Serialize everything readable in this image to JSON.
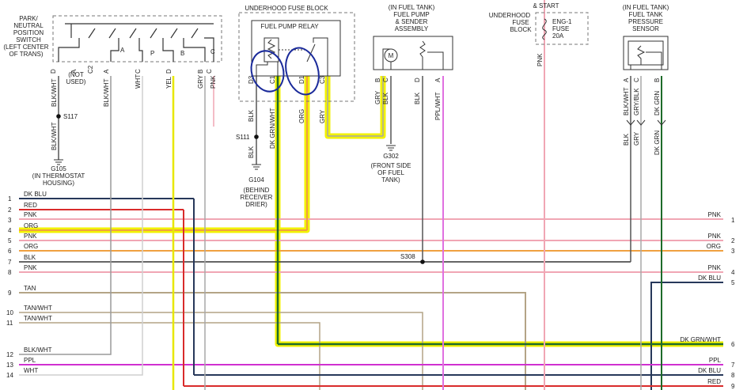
{
  "components": {
    "park_neutral": {
      "lines": [
        "PARK/",
        "NEUTRAL",
        "POSITION",
        "SWITCH",
        "(LEFT CENTER",
        "OF TRANS)"
      ],
      "switch_letters": [
        "A",
        "P",
        "B",
        "C"
      ],
      "pins": [
        "D",
        "A",
        "C2",
        "A",
        "C",
        "D",
        "B",
        "C"
      ],
      "not_used": [
        "(NOT",
        "USED)"
      ]
    },
    "fuse_block": {
      "title": "UNDERHOOD FUSE BLOCK",
      "relay": "FUEL PUMP RELAY",
      "pins": [
        "D3",
        "C1",
        "D1",
        "C3"
      ]
    },
    "pump": {
      "lines": [
        "(IN FUEL TANK)",
        "FUEL PUMP",
        "& SENDER",
        "ASSEMBLY"
      ],
      "pins": [
        "B",
        "C",
        "D",
        "A"
      ],
      "motor": "M"
    },
    "start": {
      "lines": [
        "& START"
      ]
    },
    "underhood": {
      "lines": [
        "UNDERHOOD",
        "FUSE",
        "BLOCK"
      ],
      "fuse": [
        "ENG-1",
        "FUSE",
        "20A"
      ]
    },
    "sensor": {
      "lines": [
        "(IN FUEL TANK)",
        "FUEL TANK",
        "PRESSURE",
        "SENSOR"
      ],
      "pins": [
        "A",
        "C",
        "B"
      ]
    }
  },
  "wires": {
    "park": [
      "BLK/WHT",
      "BLK/WHT",
      "WHT",
      "YEL",
      "GRY",
      "PNK"
    ],
    "relay": [
      "BLK",
      "DK GRN/WHT",
      "ORG",
      "GRY"
    ],
    "pump": [
      "GRY",
      "BLK",
      "BLK",
      "PPL/WHT"
    ],
    "fuse": "PNK",
    "sensor": [
      "BLK/WHT",
      "GRY/BLK",
      "DK GRN",
      "BLK",
      "GRY",
      "DK GRN"
    ]
  },
  "splices": {
    "s117": "S117",
    "s111": "S111",
    "s308": "S308"
  },
  "grounds": {
    "g105": [
      "G105",
      "(IN THERMOSTAT",
      "HOUSING)"
    ],
    "g104": [
      "G104",
      "(BEHIND",
      "RECEIVER",
      "DRIER)"
    ],
    "g302": [
      "G302",
      "(FRONT SIDE",
      "OF FUEL",
      "TANK)"
    ],
    "blk": [
      "BLK/WHT",
      "BLK"
    ]
  },
  "left_connector": {
    "pins": [
      "1",
      "2",
      "3",
      "4",
      "5",
      "6",
      "7",
      "8",
      "9",
      "10",
      "11",
      "12",
      "13",
      "14"
    ],
    "labels": [
      "DK BLU",
      "RED",
      "PNK",
      "ORG",
      "PNK",
      "ORG",
      "BLK",
      "PNK",
      "TAN",
      "TAN/WHT",
      "TAN/WHT",
      "BLK/WHT",
      "PPL",
      "WHT"
    ]
  },
  "right_connector": {
    "pins": [
      "1",
      "2",
      "3",
      "4",
      "5",
      "6",
      "7",
      "8",
      "9"
    ],
    "labels": [
      "PNK",
      "PNK",
      "ORG",
      "PNK",
      "DK BLU",
      "DK GRN/WHT",
      "PPL",
      "DK BLU",
      "RED"
    ]
  },
  "colors": {
    "highlight": "#f2f200",
    "dk_grn": "#1e6b2a",
    "pnk": "#f0a6b4",
    "org": "#f0a040",
    "red": "#d92b2b",
    "dk_blu": "#27385a",
    "ppl": "#d030d0",
    "tan": "#b4a486",
    "gry": "#a8a8a8",
    "yel": "#e7e700",
    "blk": "#333333",
    "annot": "#1a2a9a"
  }
}
